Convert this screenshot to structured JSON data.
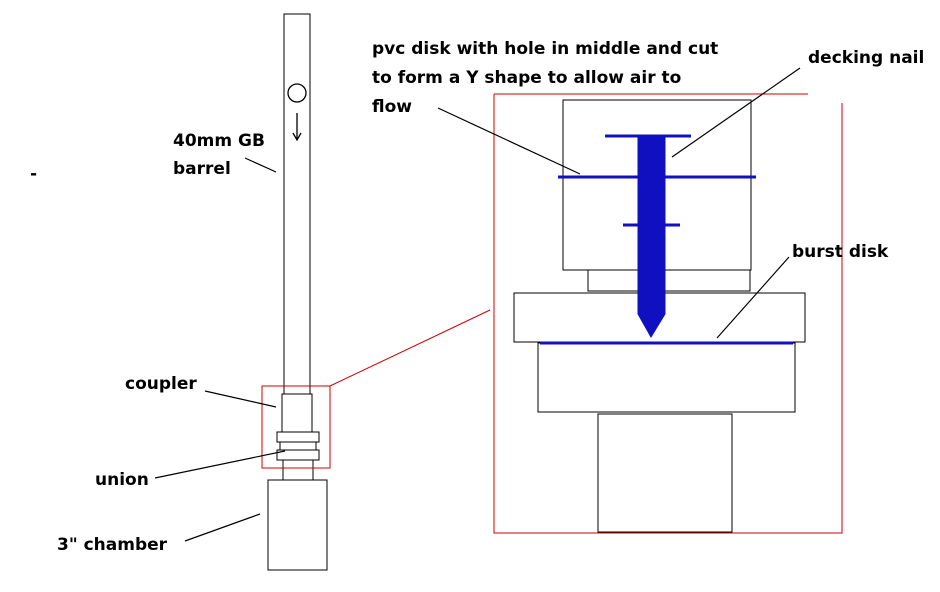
{
  "labels": {
    "barrel_line1": "40mm GB",
    "barrel_line2": "barrel",
    "coupler": "coupler",
    "union": "union",
    "chamber": "3\" chamber",
    "dash": "-",
    "pvc_line1": "pvc disk with hole in middle and cut",
    "pvc_line2": "to form a Y shape to allow air to",
    "pvc_line3": "flow",
    "decking_nail": "decking nail",
    "burst_disk": "burst disk"
  },
  "colors": {
    "outline": "#000000",
    "detail_frame": "#d00000",
    "nail": "#1010c0"
  },
  "icons": {
    "projectile": "circle-icon",
    "direction": "arrow-down-icon"
  }
}
